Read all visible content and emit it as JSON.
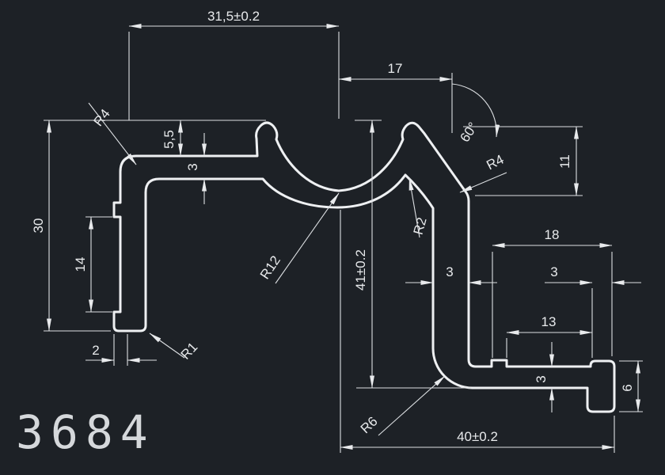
{
  "canvas": {
    "background": "#1d2126",
    "line_color": "#eef0f2",
    "dim_color": "#dde0e3"
  },
  "title_block": {
    "part_number": "3684"
  },
  "dimensions": {
    "top_width": "31,5±0.2",
    "w17": "17",
    "r4_left": "R4",
    "h55": "5,5",
    "t3_top": "3",
    "deg60": "60°",
    "r4_right": "R4",
    "h11": "11",
    "h30": "30",
    "h14": "14",
    "r12": "R12",
    "h41": "41±0.2",
    "r2": "R2",
    "t3_wall": "3",
    "w18": "18",
    "w3_foot": "3",
    "w13": "13",
    "w2": "2",
    "r1": "R1",
    "t3_bar": "3",
    "h6": "6",
    "r6": "R6",
    "bottom_width": "40±0.2"
  }
}
